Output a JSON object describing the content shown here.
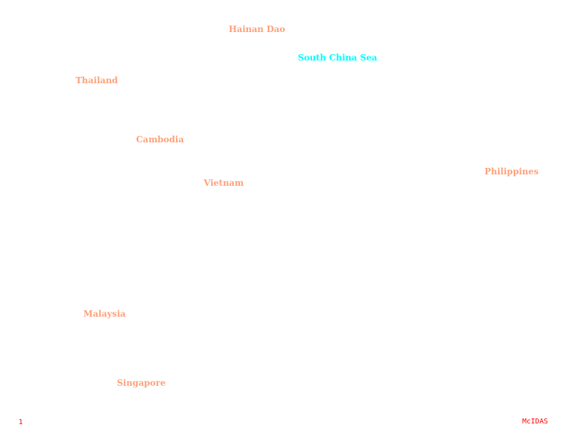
{
  "colors": {
    "land_label": "#ffa07a",
    "sea_label": "#00ffff",
    "footer": "#ff0000",
    "background": "#ffffff"
  },
  "labels": {
    "hainan": "Hainan Dao",
    "south_china_sea": "South China Sea",
    "thailand": "Thailand",
    "cambodia": "Cambodia",
    "philippines": "Philippines",
    "vietnam": "Vietnam",
    "malaysia": "Malaysia",
    "singapore": "Singapore"
  },
  "footer": {
    "frame_number": "1",
    "brand": "McIDAS"
  }
}
